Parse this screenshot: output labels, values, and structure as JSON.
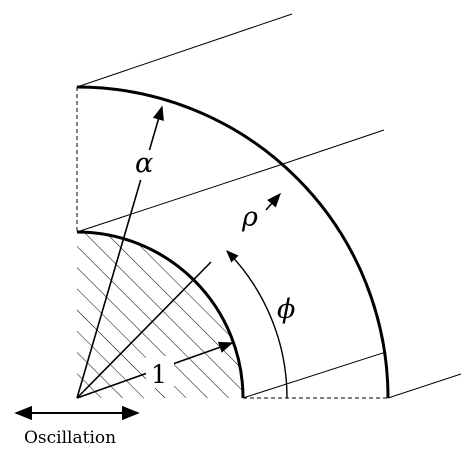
{
  "labels": {
    "alpha": "α",
    "rho": "ρ",
    "phi": "ϕ",
    "one": "1",
    "oscillation": "Oscillation"
  },
  "colors": {
    "stroke": "#000000",
    "background": "#ffffff"
  }
}
